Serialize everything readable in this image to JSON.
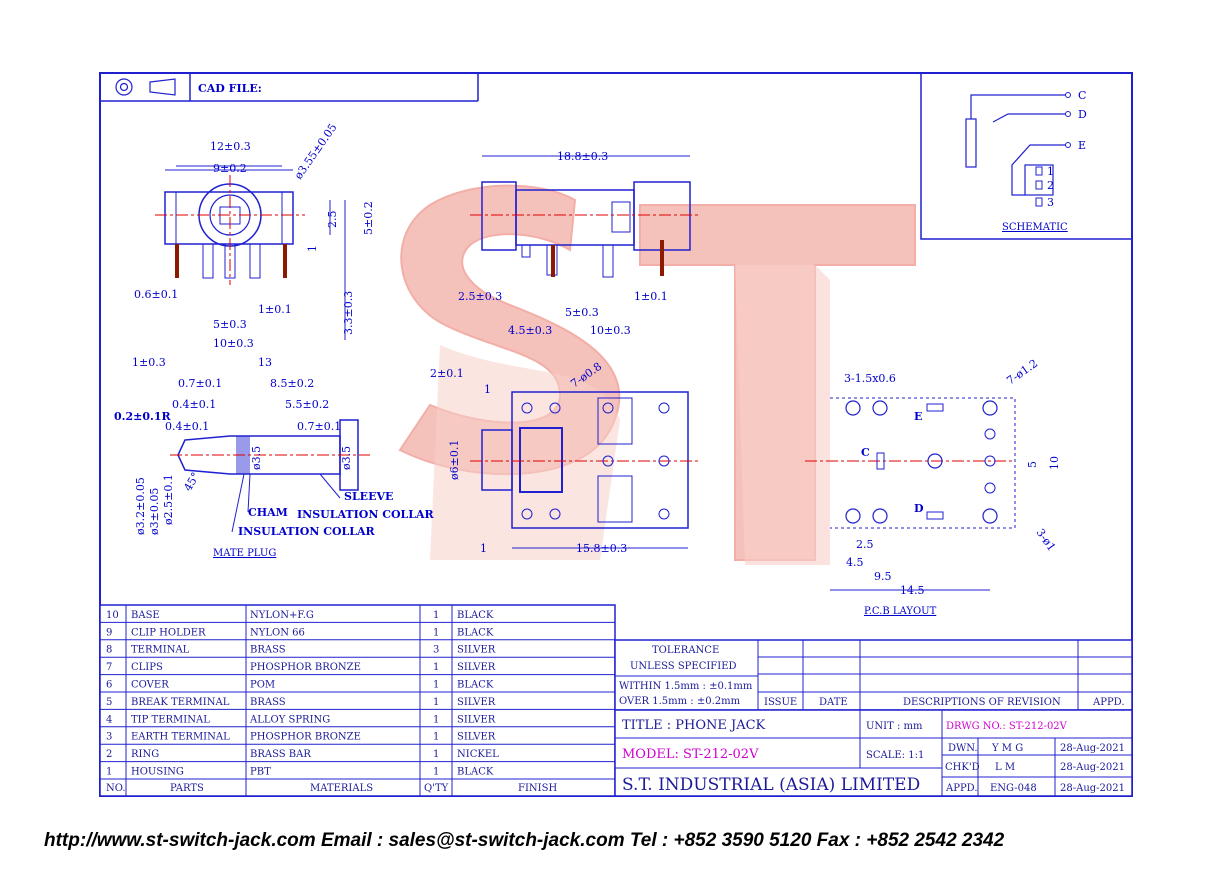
{
  "header": {
    "cad_file_label": "CAD FILE:"
  },
  "watermark": {
    "text": "ST",
    "color": "#f2a8a0"
  },
  "colors": {
    "line": "#2020d0",
    "centerline": "#e00000",
    "magenta": "#d000d0",
    "pin": "#8b1a00"
  },
  "top_view": {
    "dims": [
      "12±0.3",
      "9±0.2",
      "ø3.55±0.05",
      "2.5",
      "5±0.2",
      "1",
      "0.6±0.1",
      "1±0.1",
      "5±0.3",
      "10±0.3",
      "3.3±0.3"
    ]
  },
  "side_view": {
    "dims": [
      "18.8±0.3",
      "2.5±0.3",
      "1±0.1",
      "5±0.3",
      "4.5±0.3",
      "10±0.3"
    ]
  },
  "mate_plug": {
    "title": "MATE PLUG",
    "dims": [
      "1±0.3",
      "13",
      "0.7±0.1",
      "8.5±0.2",
      "0.4±0.1",
      "5.5±0.2",
      "0.2±0.1R",
      "0.4±0.1",
      "0.7±0.1",
      "ø3.5",
      "ø3.5",
      "ø3.2±0.05",
      "ø3±0.05",
      "ø2.5±0.1",
      "45°"
    ],
    "callouts": [
      "SLEEVE",
      "CHAM",
      "INSULATION COLLAR",
      "INSULATION COLLAR"
    ]
  },
  "bottom_view": {
    "dims": [
      "2±0.1",
      "7-ø0.8",
      "1",
      "ø6±0.1",
      "1",
      "15.8±0.3"
    ]
  },
  "pcb_layout": {
    "title": "P.C.B LAYOUT",
    "dims": [
      "3-1.5x0.6",
      "7-ø1.2",
      "5",
      "10",
      "3-ø1",
      "2.5",
      "4.5",
      "9.5",
      "14.5"
    ],
    "pins": [
      "E",
      "C",
      "D"
    ]
  },
  "schematic": {
    "title": "SCHEMATIC",
    "pins": [
      "C",
      "D",
      "E",
      "1",
      "2",
      "3"
    ]
  },
  "parts_table": {
    "headers": [
      "NO.",
      "PARTS",
      "MATERIALS",
      "Q'TY",
      "FINISH"
    ],
    "rows": [
      {
        "no": "10",
        "part": "BASE",
        "material": "NYLON+F.G",
        "qty": "1",
        "finish": "BLACK"
      },
      {
        "no": "9",
        "part": "CLIP HOLDER",
        "material": "NYLON 66",
        "qty": "1",
        "finish": "BLACK"
      },
      {
        "no": "8",
        "part": "TERMINAL",
        "material": "BRASS",
        "qty": "3",
        "finish": "SILVER"
      },
      {
        "no": "7",
        "part": "CLIPS",
        "material": "PHOSPHOR BRONZE",
        "qty": "1",
        "finish": "SILVER"
      },
      {
        "no": "6",
        "part": "COVER",
        "material": "POM",
        "qty": "1",
        "finish": "BLACK"
      },
      {
        "no": "5",
        "part": "BREAK TERMINAL",
        "material": "BRASS",
        "qty": "1",
        "finish": "SILVER"
      },
      {
        "no": "4",
        "part": "TIP TERMINAL",
        "material": "ALLOY SPRING",
        "qty": "1",
        "finish": "SILVER"
      },
      {
        "no": "3",
        "part": "EARTH TERMINAL",
        "material": "PHOSPHOR BRONZE",
        "qty": "1",
        "finish": "SILVER"
      },
      {
        "no": "2",
        "part": "RING",
        "material": "BRASS BAR",
        "qty": "1",
        "finish": "NICKEL"
      },
      {
        "no": "1",
        "part": "HOUSING",
        "material": "PBT",
        "qty": "1",
        "finish": "BLACK"
      }
    ]
  },
  "tolerance": {
    "title1": "TOLERANCE",
    "title2": "UNLESS   SPECIFIED",
    "within": "WITHIN  1.5mm : ±0.1mm",
    "over": "OVER    1.5mm : ±0.2mm"
  },
  "revision": {
    "issue": "ISSUE",
    "date": "DATE",
    "description": "DESCRIPTIONS OF REVISION",
    "appd": "APPD."
  },
  "title_block": {
    "title": "TITLE : PHONE JACK",
    "unit": "UNIT :  mm",
    "drwg_no": "DRWG NO.: ST-212-02V",
    "model": "MODEL: ST-212-02V",
    "scale": "SCALE:  1:1",
    "company": "S.T.  INDUSTRIAL  (ASIA)  LIMITED",
    "dwn_label": "DWN.",
    "dwn_name": "Y M G",
    "dwn_date": "28-Aug-2021",
    "chkd_label": "CHK'D",
    "chkd_name": "L M",
    "chkd_date": "28-Aug-2021",
    "appd_label": "APPD.",
    "appd_name": "ENG-048",
    "appd_date": "28-Aug-2021"
  },
  "footer": {
    "text": "http://www.st-switch-jack.com  Email : sales@st-switch-jack.com  Tel : +852 3590 5120  Fax : +852 2542 2342"
  }
}
